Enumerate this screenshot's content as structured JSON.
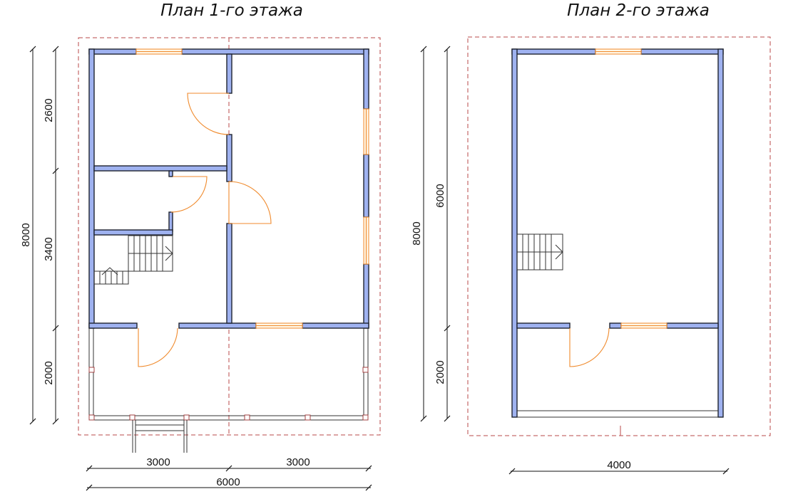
{
  "plans": [
    {
      "title": "План 1-го этажа",
      "vertical_dims": [
        "8000",
        "2600",
        "3400",
        "2000"
      ],
      "horizontal_dims": [
        "3000",
        "3000",
        "6000"
      ]
    },
    {
      "title": "План 2-го этажа",
      "vertical_dims": [
        "8000",
        "6000",
        "2000"
      ],
      "horizontal_dims": [
        "4000"
      ]
    }
  ],
  "colors": {
    "wall": "#9fb2f0",
    "opening": "#f08a2c",
    "axis": "#b84a4a"
  }
}
